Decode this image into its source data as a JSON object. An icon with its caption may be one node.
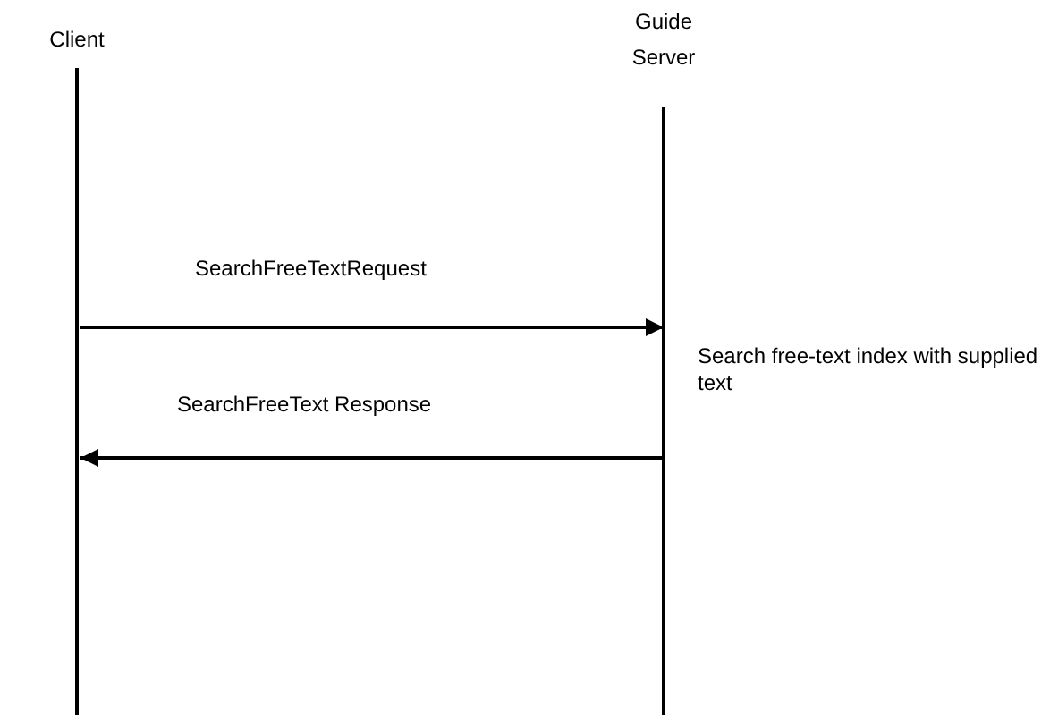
{
  "diagram": {
    "nodes": [
      {
        "text": [
          "Client"
        ]
      },
      {
        "text": [
          "Guide Server"
        ]
      }
    ],
    "edges": [
      {
        "from": 0,
        "to": 1,
        "arrow": "to",
        "label": "SearchFreeTextRequest"
      },
      {
        "from": 1,
        "to": 0,
        "arrow": "to",
        "label": "SearchFreeText Response"
      }
    ],
    "labels": [
      "Search free-text index with supplied text"
    ]
  }
}
